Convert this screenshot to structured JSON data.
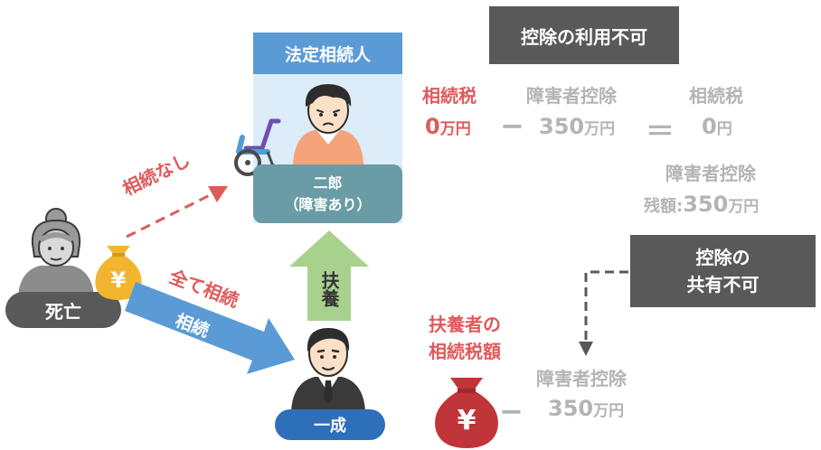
{
  "heir_panel": {
    "header": "法定相続人",
    "name": "二郎",
    "note": "（障害あり）"
  },
  "deceased": {
    "label": "死亡",
    "yen_symbol": "¥"
  },
  "supporter": {
    "label": "一成",
    "support_label": "扶養"
  },
  "arrows": {
    "no_inheritance": "相続なし",
    "all_inheritance": "全て相続",
    "inheritance": "相続"
  },
  "deduction_unavailable": {
    "title": "控除の利用不可",
    "tax_label": "相続税",
    "tax_value_num": "0",
    "tax_value_unit": "万円",
    "minus": "−",
    "deduction_label": "障害者控除",
    "deduction_value_num": "350",
    "deduction_value_unit": "万円",
    "equals": "＝",
    "result_label": "相続税",
    "result_value_num": "0",
    "result_value_unit": "円",
    "remaining_title": "障害者控除",
    "remaining_label": "残額:",
    "remaining_value_num": "350",
    "remaining_value_unit": "万円"
  },
  "share_unavailable": {
    "title_line1": "控除の",
    "title_line2": "共有不可"
  },
  "supporter_tax": {
    "label_line1": "扶養者の",
    "label_line2": "相続税額",
    "yen_symbol": "¥",
    "minus": "−",
    "deduction_label": "障害者控除",
    "deduction_value_num": "350",
    "deduction_value_unit": "万円"
  },
  "colors": {
    "red": "#e05a5a",
    "gray": "#b4b4b4",
    "dark": "#595959",
    "blue": "#5b9bd5",
    "green": "#a9d18e",
    "teal": "#6a9ca6",
    "gold": "#f2b530",
    "money_red": "#c0353a"
  }
}
